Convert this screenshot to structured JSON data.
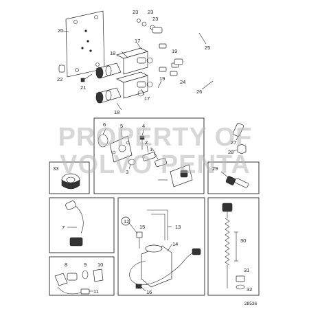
{
  "diagram": {
    "watermark": {
      "line1": "PROPERTY OF",
      "line2": "VOLVO PENTA"
    },
    "reference_number": "28536",
    "callouts": {
      "c1": "1",
      "c2": "2",
      "c3": "3",
      "c4": "4",
      "c5": "5",
      "c6": "6",
      "c7": "7",
      "c8": "8",
      "c9": "9",
      "c10": "10",
      "c11": "11",
      "c12": "12",
      "c13": "13",
      "c14": "14",
      "c15": "15",
      "c16": "16",
      "c17a": "17",
      "c17b": "17",
      "c18a": "18",
      "c18b": "18",
      "c19a": "19",
      "c19b": "19",
      "c20": "20",
      "c21": "21",
      "c22": "22",
      "c23a": "23",
      "c23b": "23",
      "c23c": "23",
      "c24": "24",
      "c25": "25",
      "c26": "26",
      "c27": "27",
      "c28": "28",
      "c29": "29",
      "c30": "30",
      "c31": "31",
      "c32": "32",
      "c33": "33"
    }
  }
}
